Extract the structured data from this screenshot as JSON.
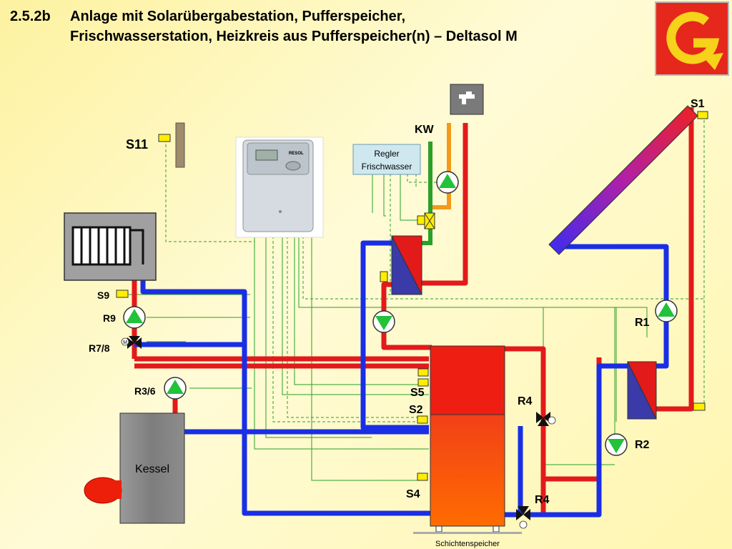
{
  "title": {
    "number": "2.5.2b",
    "line1": "Anlage mit Solarübergabestation, Pufferspeicher,",
    "line2": "Frischwasserstation, Heizkreis aus Pufferspeicher(n) – Deltasol M"
  },
  "labels": {
    "s1": "S1",
    "s11": "S11",
    "kw": "KW",
    "regler_line1": "Regler",
    "regler_line2": "Frischwasser",
    "s9": "S9",
    "r9": "R9",
    "r78": "R7/8",
    "motor": "M",
    "r36": "R3/6",
    "kessel": "Kessel",
    "r1": "R1",
    "r2": "R2",
    "r4_top": "R4",
    "r4_bottom": "R4",
    "s5": "S5",
    "s2": "S2",
    "s4": "S4",
    "storage": "Schichtenspeicher",
    "controller_brand": "RESOL"
  },
  "icons": {
    "logo": "company-logo-icon",
    "tap": "water-tap-icon",
    "controller": "resol-controller-icon",
    "burner": "burner-icon"
  },
  "colors": {
    "hot": "#e31a1a",
    "cold": "#1a2ee6",
    "signal": "#2aa02a",
    "sensor": "#ffee00",
    "pump": "#22c23a",
    "orange": "#f39a1a",
    "tank_top": "#ee1f12",
    "tank_bottom": "#ff6a00",
    "boiler": "#8a8a8a"
  }
}
